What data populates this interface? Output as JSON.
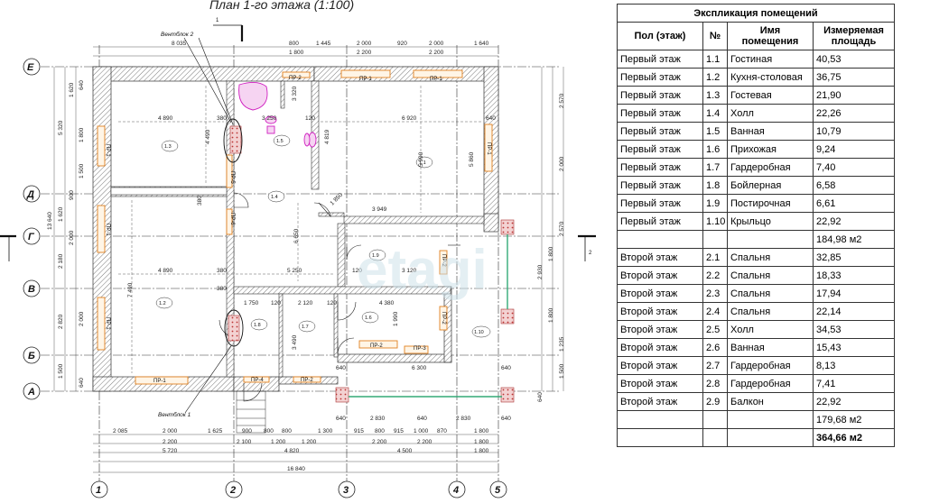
{
  "plan": {
    "title": "План 1-го этажа (1:100)",
    "section_label_left": "1",
    "section_label_right": "2",
    "notes": {
      "vent2": "Вентблок 2",
      "vent1": "Вентблок 1"
    },
    "watermark": "etagi",
    "axes_letters": [
      "Е",
      "Д",
      "Г",
      "В",
      "Б",
      "А"
    ],
    "axes_numbers": [
      "1",
      "2",
      "3",
      "4",
      "5"
    ],
    "rooms": [
      "1.1",
      "1.2",
      "1.3",
      "1.4",
      "1.5",
      "1.6",
      "1.7",
      "1.8",
      "1.9",
      "1.10"
    ],
    "windows": [
      "ПР-1",
      "ПР-2",
      "ПР-3",
      "ПР-4",
      "ПР-5",
      "ПР-6"
    ],
    "dims_top": [
      "8 035",
      "800",
      "1 445",
      "2 000",
      "920",
      "2 000",
      "1 640",
      "1 800",
      "2 200",
      "2 200"
    ],
    "dims_bottom": [
      "2 085",
      "2 000",
      "1 625",
      "900",
      "800",
      "800",
      "1 300",
      "915",
      "800",
      "915",
      "1 000",
      "870",
      "1 800",
      "2 200",
      "2 100",
      "1 200",
      "1 200",
      "2 200",
      "2 200",
      "1 800",
      "5 720",
      "4 820",
      "4 500",
      "1 800",
      "16 840"
    ],
    "dims_left": [
      "13 640",
      "5 320",
      "1 620",
      "1 800",
      "1 500",
      "900",
      "1 620",
      "2 000",
      "2 180",
      "2 820",
      "2 000",
      "1 500",
      "640",
      "640"
    ],
    "dims_right": [
      "2 570",
      "2 000",
      "2 570",
      "1 800",
      "2 930",
      "1 800",
      "1 235",
      "640",
      "1 500"
    ],
    "dims_inner": [
      "4 890",
      "380",
      "3 250",
      "120",
      "6 920",
      "640",
      "4 490",
      "3 320",
      "4 819",
      "5 990",
      "5 860",
      "380",
      "3 949",
      "1 850",
      "4 890",
      "380",
      "5 250",
      "120",
      "3 120",
      "380",
      "1 750",
      "120",
      "2 120",
      "120",
      "4 380",
      "7 490",
      "6 650",
      "3 490",
      "1 990",
      "2 830",
      "640",
      "2 830",
      "6 300",
      "640",
      "640",
      "640",
      "640"
    ]
  },
  "explication": {
    "title": "Экспликация помещений",
    "columns": [
      "Пол (этаж)",
      "№",
      "Имя помещения",
      "Измеряемая площадь"
    ],
    "rows": [
      {
        "floor": "Первый этаж",
        "no": "1.1",
        "name": "Гостиная",
        "area": "40,53"
      },
      {
        "floor": "Первый этаж",
        "no": "1.2",
        "name": "Кухня-столовая",
        "area": "36,75"
      },
      {
        "floor": "Первый этаж",
        "no": "1.3",
        "name": "Гостевая",
        "area": "21,90"
      },
      {
        "floor": "Первый этаж",
        "no": "1.4",
        "name": "Холл",
        "area": "22,26"
      },
      {
        "floor": "Первый этаж",
        "no": "1.5",
        "name": "Ванная",
        "area": "10,79"
      },
      {
        "floor": "Первый этаж",
        "no": "1.6",
        "name": "Прихожая",
        "area": "9,24"
      },
      {
        "floor": "Первый этаж",
        "no": "1.7",
        "name": "Гардеробная",
        "area": "7,40"
      },
      {
        "floor": "Первый этаж",
        "no": "1.8",
        "name": "Бойлерная",
        "area": "6,58"
      },
      {
        "floor": "Первый этаж",
        "no": "1.9",
        "name": "Постирочная",
        "area": "6,61"
      },
      {
        "floor": "Первый этаж",
        "no": "1.10",
        "name": "Крыльцо",
        "area": "22,92"
      },
      {
        "floor": "",
        "no": "",
        "name": "",
        "area": "184,98 м2"
      },
      {
        "floor": "Второй этаж",
        "no": "2.1",
        "name": "Спальня",
        "area": "32,85"
      },
      {
        "floor": "Второй этаж",
        "no": "2.2",
        "name": "Спальня",
        "area": "18,33"
      },
      {
        "floor": "Второй этаж",
        "no": "2.3",
        "name": "Спальня",
        "area": "17,94"
      },
      {
        "floor": "Второй этаж",
        "no": "2.4",
        "name": "Спальня",
        "area": "22,14"
      },
      {
        "floor": "Второй этаж",
        "no": "2.5",
        "name": "Холл",
        "area": "34,53"
      },
      {
        "floor": "Второй этаж",
        "no": "2.6",
        "name": "Ванная",
        "area": "15,43"
      },
      {
        "floor": "Второй этаж",
        "no": "2.7",
        "name": "Гардеробная",
        "area": "8,13"
      },
      {
        "floor": "Второй этаж",
        "no": "2.8",
        "name": "Гардеробная",
        "area": "7,41"
      },
      {
        "floor": "Второй этаж",
        "no": "2.9",
        "name": "Балкон",
        "area": "22,92"
      },
      {
        "floor": "",
        "no": "",
        "name": "",
        "area": "179,68 м2"
      },
      {
        "floor": "",
        "no": "",
        "name": "",
        "area": "364,66 м2"
      }
    ]
  }
}
